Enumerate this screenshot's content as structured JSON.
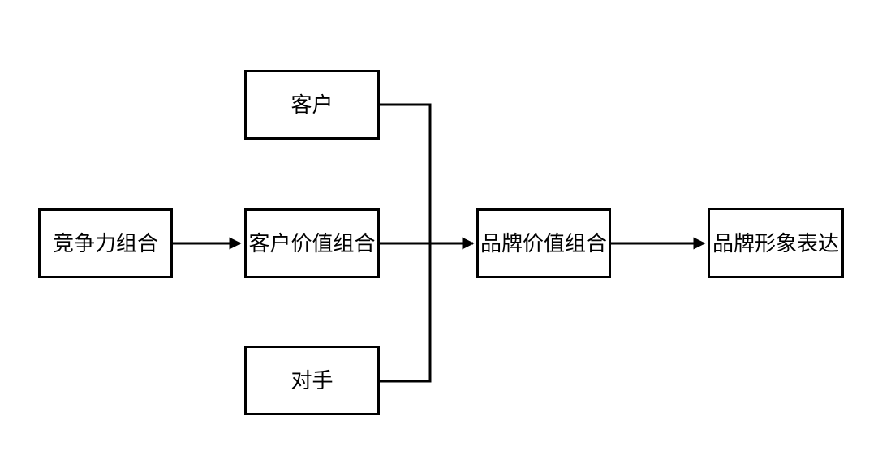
{
  "diagram": {
    "type": "flowchart",
    "background_color": "#ffffff",
    "line_color": "#000000",
    "box_fill_color": "#ffffff",
    "box_border_color": "#000000",
    "text_color": "#000000",
    "nodes": [
      {
        "id": "customer",
        "label": "客户"
      },
      {
        "id": "competitiveness-mix",
        "label": "竞争力组合"
      },
      {
        "id": "customer-value-mix",
        "label": "客户价值组合"
      },
      {
        "id": "opponent",
        "label": "对手"
      },
      {
        "id": "brand-value-mix",
        "label": "品牌价值组合"
      },
      {
        "id": "brand-image-expression",
        "label": "品牌形象表达"
      }
    ],
    "edges": [
      {
        "from": "competitiveness-mix",
        "to": "customer-value-mix",
        "style": "straight-arrow"
      },
      {
        "from": "customer-value-mix",
        "to": "brand-value-mix",
        "style": "straight-arrow"
      },
      {
        "from": "brand-value-mix",
        "to": "brand-image-expression",
        "style": "straight-arrow"
      },
      {
        "from": "customer",
        "to": "customer-value-to-brand-value-line",
        "style": "elbow"
      },
      {
        "from": "opponent",
        "to": "customer-value-to-brand-value-line",
        "style": "elbow"
      }
    ]
  }
}
